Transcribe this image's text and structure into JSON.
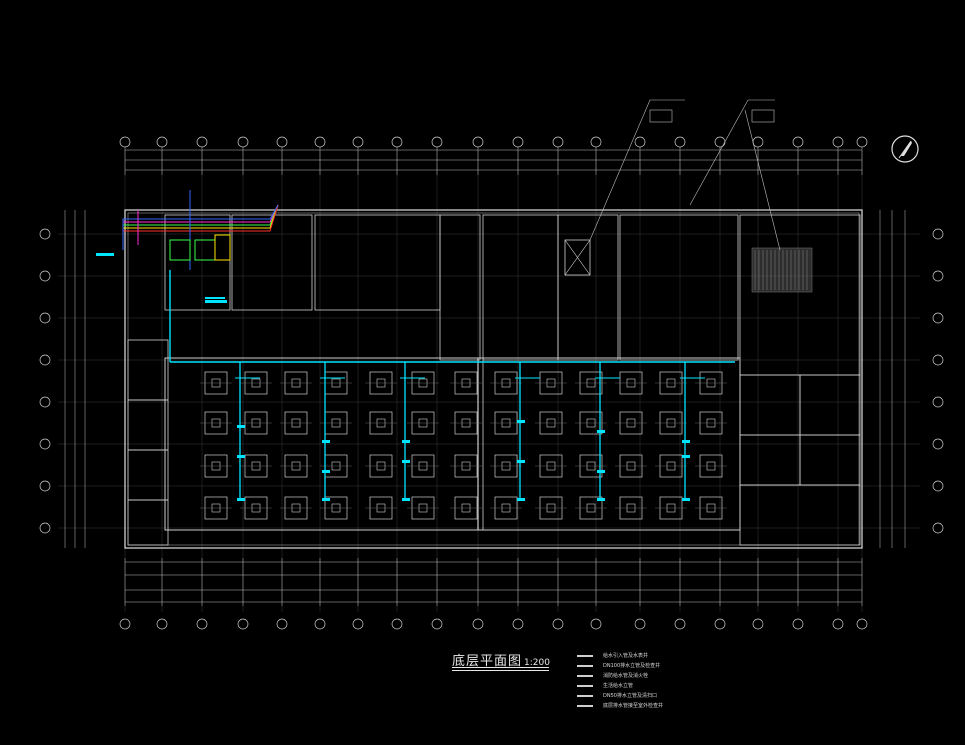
{
  "drawing": {
    "title": "底层平面图",
    "scale": "1:200",
    "colors": {
      "background": "#000000",
      "lines": "#d0d0d0",
      "pipe_cyan": "#00e5ff",
      "pipe_magenta": "#ff2bd6",
      "pipe_green": "#39ff4a",
      "pipe_yellow": "#ffe600",
      "pipe_blue": "#3366ff",
      "pipe_red": "#ff3030"
    }
  },
  "legend": {
    "items": [
      {
        "label": "给水引入管及水表井"
      },
      {
        "label": "DN100排水立管及检查井"
      },
      {
        "label": "消防给水管及消火栓"
      },
      {
        "label": "生活给水立管"
      },
      {
        "label": "DN50排水立管及清扫口"
      },
      {
        "label": "底层排水管接至室外检查井"
      }
    ]
  },
  "icons": {
    "north_arrow": "north-arrow-icon"
  }
}
